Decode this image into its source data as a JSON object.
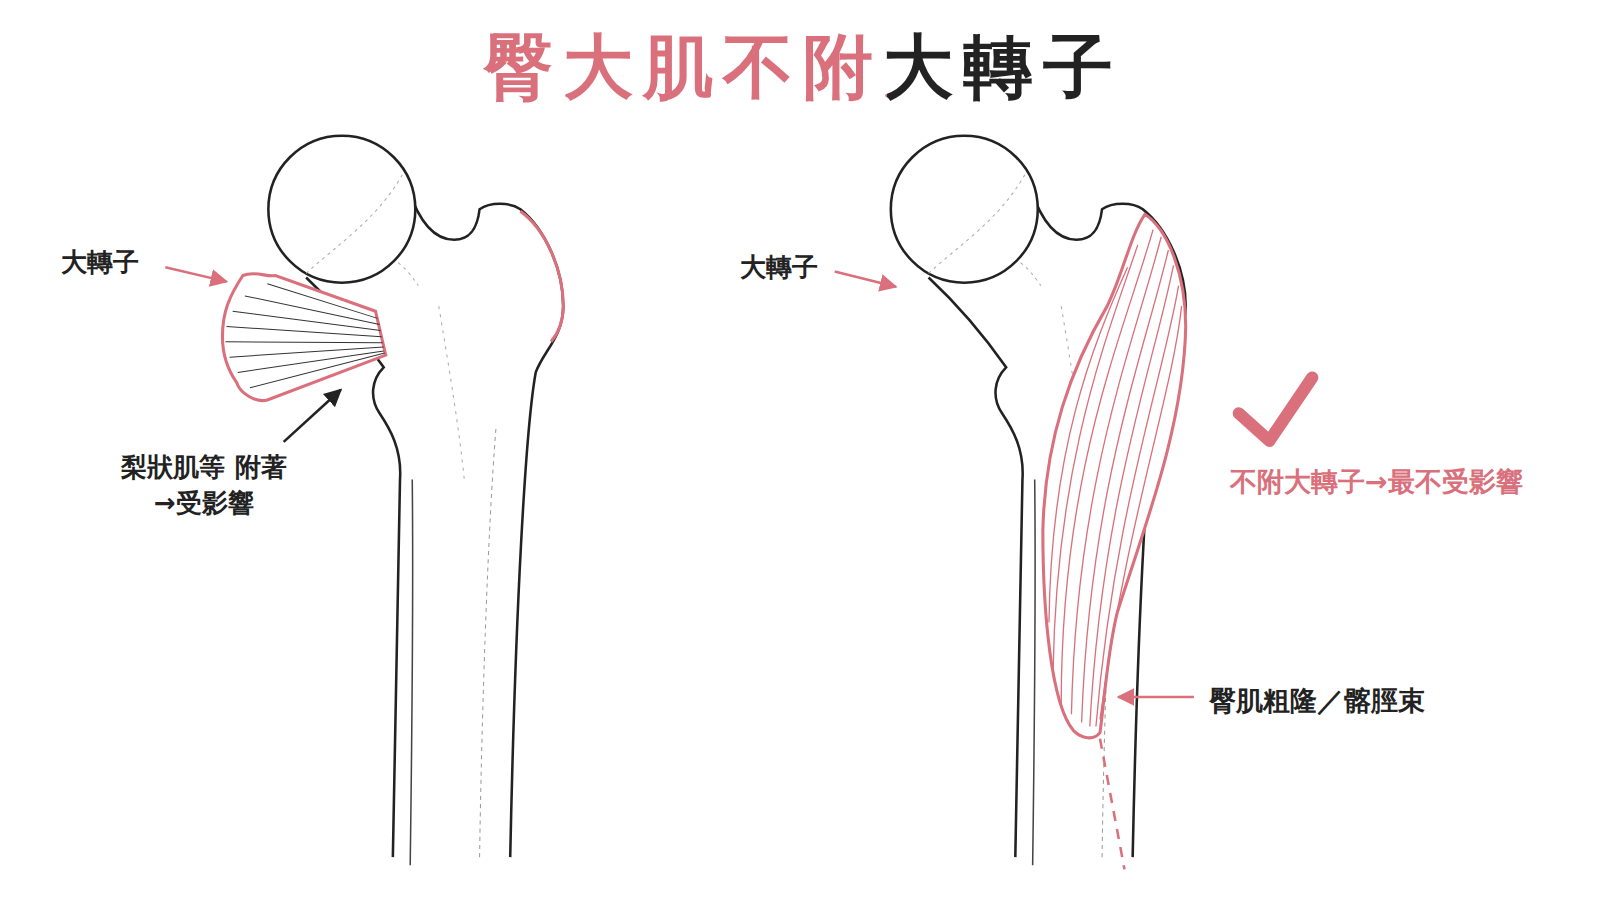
{
  "diagram": {
    "title": "臀大肌不附大轉子",
    "labels": [
      "大轉子",
      "梨狀肌等 附著→受影響",
      "大轉子",
      "不附大轉子→最不受影響",
      "臀肌粗隆／髂脛束"
    ]
  }
}
